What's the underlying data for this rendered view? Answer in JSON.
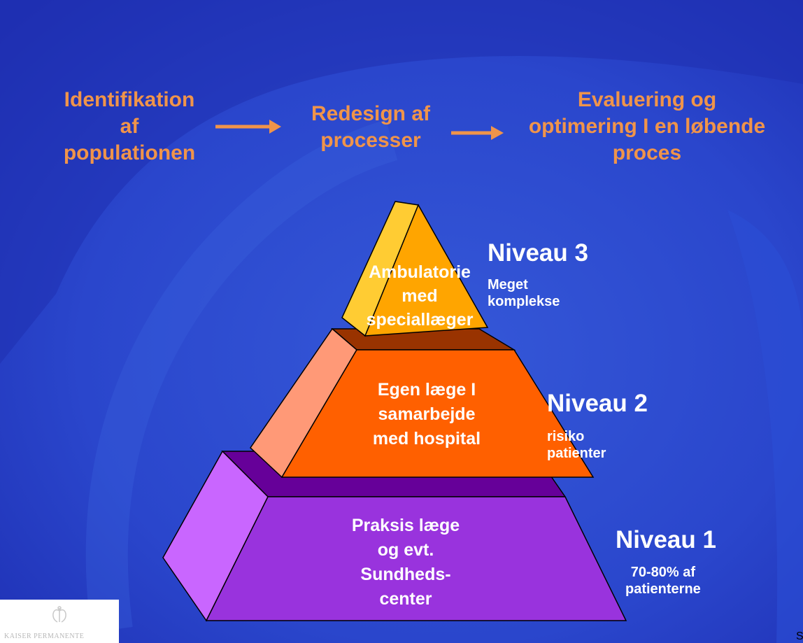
{
  "flow": {
    "step1": "Identifikation\naf\npopulationen",
    "step2": "Redesign af\nprocesser",
    "step3": "Evaluering og\noptimering I en løbende\nproces"
  },
  "pyramid": {
    "tier3": {
      "label": "Ambulatorie\nmed\nspeciallæger",
      "level": "Niveau  3",
      "description": "Meget\nkomplekse",
      "color": "#ffa500"
    },
    "tier2": {
      "label": "Egen læge I\nsamarbejde\nmed hospital",
      "level": "Niveau 2",
      "description": "risiko\npatienter",
      "color": "#ff6000"
    },
    "tier1": {
      "label": "Praksis læge\nog evt.\nSundheds-\ncenter",
      "level": "Niveau 1",
      "description": "70-80% af\npatienterne",
      "color": "#9933ff"
    }
  },
  "logo": {
    "text": "KAISER PERMANENTE",
    "icon": "logo-icon"
  },
  "page_number": "S"
}
